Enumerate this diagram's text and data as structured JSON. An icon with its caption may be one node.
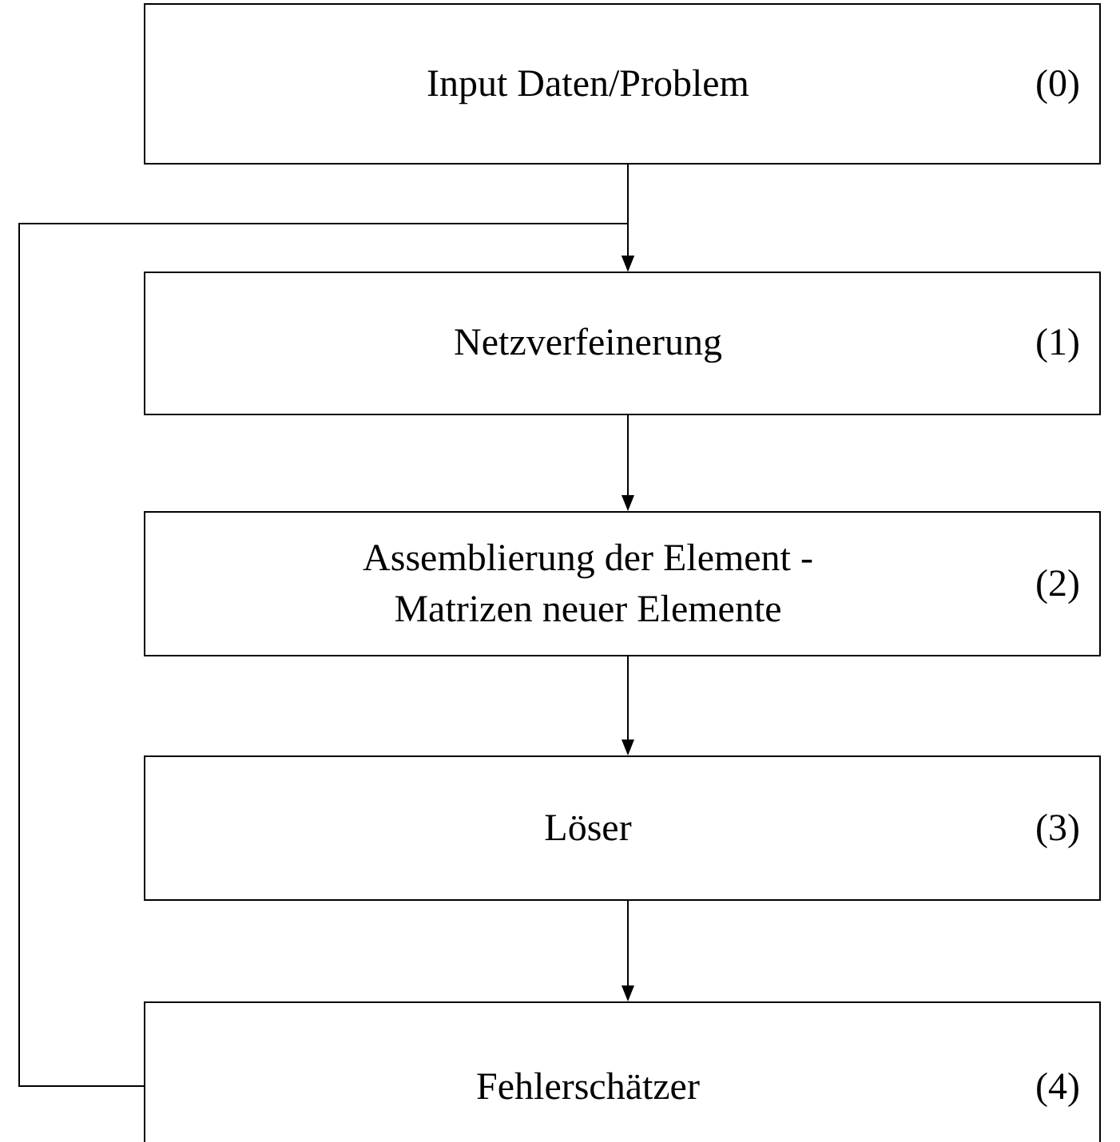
{
  "diagram": {
    "nodes": [
      {
        "text": [
          "Input Daten/Problem",
          "(0)"
        ]
      },
      {
        "text": [
          "Netzverfeinerung",
          "(1)"
        ]
      },
      {
        "text": [
          "Assemblierung der Element - Matrizen neuer Elemente",
          "(2)"
        ]
      },
      {
        "text": [
          "Löser",
          "(3)"
        ]
      },
      {
        "text": [
          "Fehlerschätzer",
          "(4)"
        ]
      }
    ],
    "edges": [
      {
        "from": 0,
        "to": 1,
        "arrow": "to"
      },
      {
        "from": 1,
        "to": 2,
        "arrow": "to"
      },
      {
        "from": 2,
        "to": 3,
        "arrow": "to"
      },
      {
        "from": 3,
        "to": 4,
        "arrow": "to"
      },
      {
        "from": 4,
        "to": 1,
        "arrow": "to"
      }
    ]
  }
}
